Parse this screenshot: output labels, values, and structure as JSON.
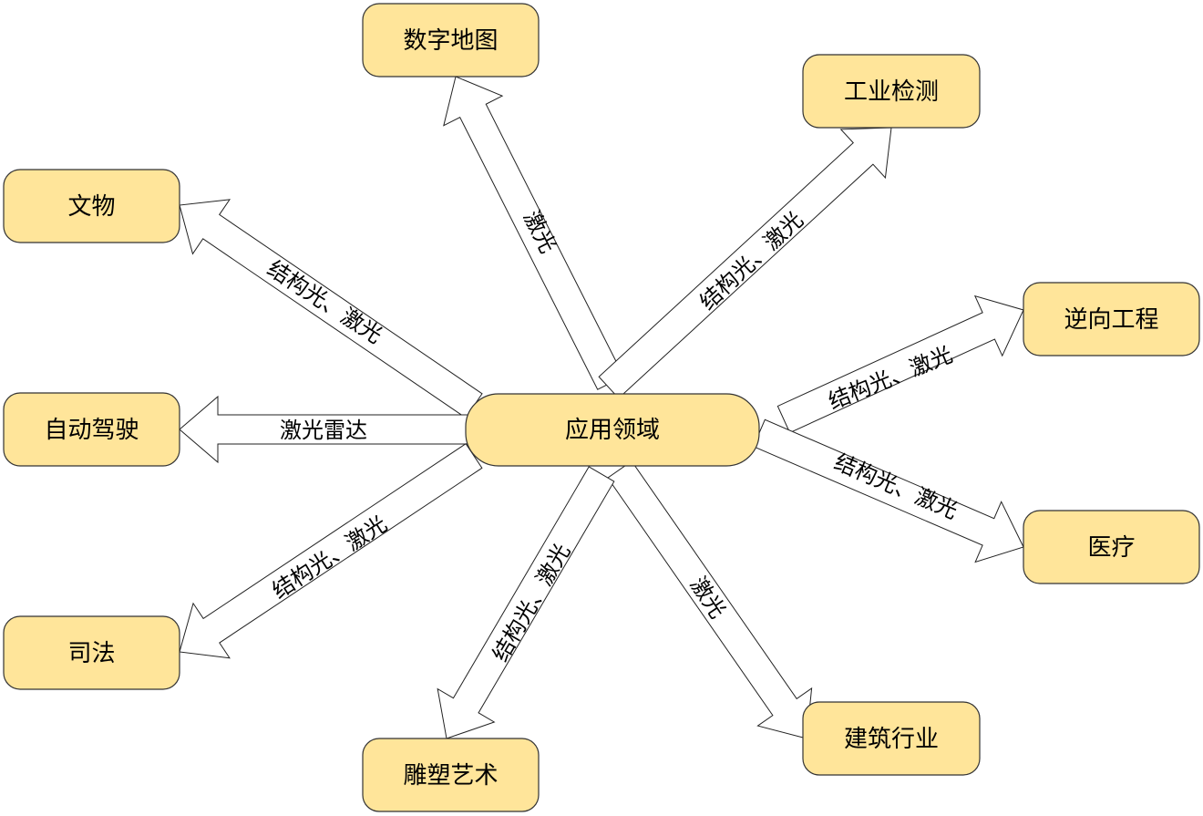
{
  "center": {
    "label": "应用领域"
  },
  "nodes": [
    {
      "label": "数字地图"
    },
    {
      "label": "工业检测"
    },
    {
      "label": "文物"
    },
    {
      "label": "逆向工程"
    },
    {
      "label": "自动驾驶"
    },
    {
      "label": "医疗"
    },
    {
      "label": "司法"
    },
    {
      "label": "建筑行业"
    },
    {
      "label": "雕塑艺术"
    }
  ],
  "edges": [
    {
      "label": "激光"
    },
    {
      "label": "结构光、激光"
    },
    {
      "label": "结构光、激光"
    },
    {
      "label": "结构光、激光"
    },
    {
      "label": "激光雷达"
    },
    {
      "label": "结构光、激光"
    },
    {
      "label": "结构光、激光"
    },
    {
      "label": "激光"
    },
    {
      "label": "结构光、激光"
    }
  ],
  "colors": {
    "node_fill": "#FFE59A",
    "node_stroke": "#333333",
    "arrow_fill": "#FFFFFF",
    "arrow_stroke": "#222222"
  }
}
